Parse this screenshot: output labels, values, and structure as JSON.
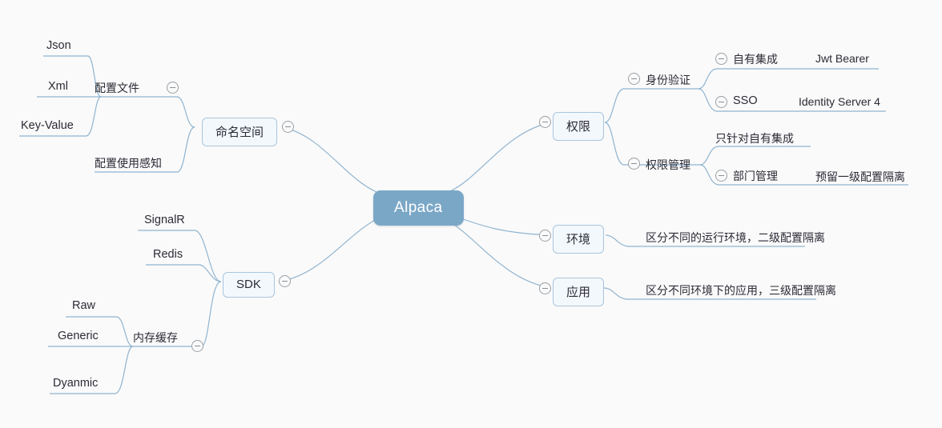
{
  "diagram": {
    "type": "mind-map",
    "background_color": "#fafafa",
    "root_color": "#7ba7c7",
    "node_fill": "#f3f8fc",
    "node_border": "#a9c6de",
    "line_color": "#8fb4d0",
    "text_color": "#2b2b36",
    "root": {
      "label": "Alpaca"
    },
    "branches": {
      "namespace": {
        "label": "命名空间",
        "toggle": "collapse-toggle",
        "children": {
          "config_file": {
            "label": "配置文件",
            "toggle": "collapse-toggle",
            "leaves": [
              {
                "label": "Json"
              },
              {
                "label": "Xml"
              },
              {
                "label": "Key-Value"
              }
            ]
          },
          "config_awareness": {
            "label": "配置使用感知"
          }
        }
      },
      "sdk": {
        "label": "SDK",
        "toggle": "collapse-toggle",
        "children": {
          "signalr": {
            "label": "SignalR"
          },
          "redis": {
            "label": "Redis"
          },
          "memory_cache": {
            "label": "内存缓存",
            "toggle": "collapse-toggle",
            "leaves": [
              {
                "label": "Raw"
              },
              {
                "label": "Generic"
              },
              {
                "label": "Dyanmic"
              }
            ]
          }
        }
      },
      "permission": {
        "label": "权限",
        "toggle": "collapse-toggle",
        "children": {
          "authentication": {
            "label": "身份验证",
            "toggle": "collapse-toggle",
            "leaves": [
              {
                "label": "自有集成",
                "note": "Jwt Bearer",
                "toggle": "collapse-toggle"
              },
              {
                "label": "SSO",
                "note": "Identity Server 4",
                "toggle": "collapse-toggle"
              }
            ]
          },
          "permission_mgmt": {
            "label": "权限管理",
            "toggle": "collapse-toggle",
            "leaves": [
              {
                "label": "只针对自有集成",
                "note": ""
              },
              {
                "label": "部门管理",
                "note": "预留一级配置隔离",
                "toggle": "collapse-toggle"
              }
            ]
          }
        }
      },
      "environment": {
        "label": "环境",
        "toggle": "collapse-toggle",
        "note": "区分不同的运行环境，二级配置隔离"
      },
      "application": {
        "label": "应用",
        "toggle": "collapse-toggle",
        "note": "区分不同环境下的应用，三级配置隔离"
      }
    }
  }
}
